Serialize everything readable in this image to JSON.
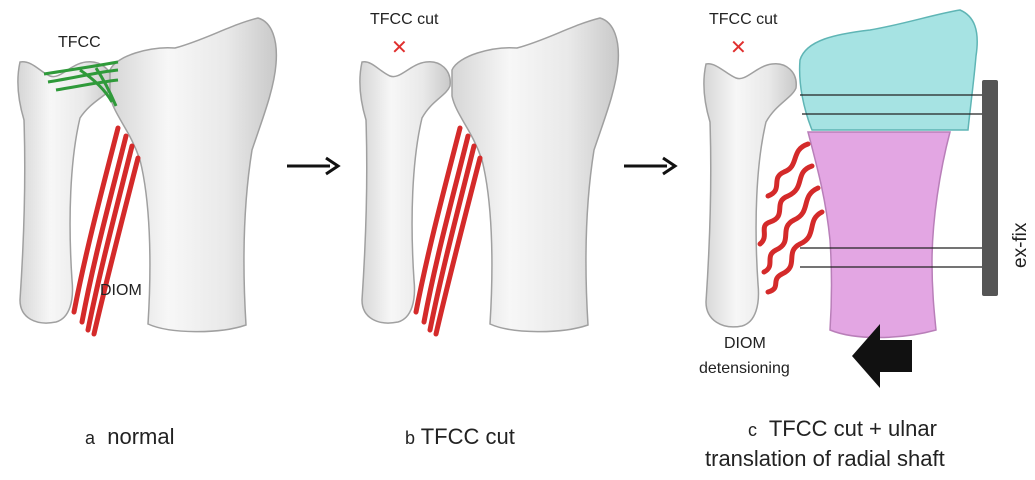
{
  "panels": [
    {
      "caption_letter": "a",
      "caption_text": "normal",
      "labels": {
        "tfcc": "TFCC",
        "diom": "DIOM"
      }
    },
    {
      "caption_letter": "b",
      "caption_text": "TFCC cut",
      "labels": {
        "top": "TFCC cut",
        "mark": "✕"
      }
    },
    {
      "caption_letter": "c",
      "caption_line1": "TFCC cut + ulnar",
      "caption_line2": "translation of radial shaft",
      "labels": {
        "top": "TFCC cut",
        "mark": "✕",
        "diom_line1": "DIOM",
        "diom_line2": "detensioning",
        "exfix": "ex-fix"
      }
    }
  ],
  "colors": {
    "bone_fill": "#f2f2f2",
    "bone_stroke": "#9a9a9a",
    "ligament": "#d42a2a",
    "tfcc_green": "#2f9a3a",
    "cut_mark": "#e0302f",
    "fragment_cyan": "#a6e3e3",
    "shaft_pink": "#e3a6e3",
    "exfix_bar": "#555555",
    "arrow": "#111111"
  }
}
